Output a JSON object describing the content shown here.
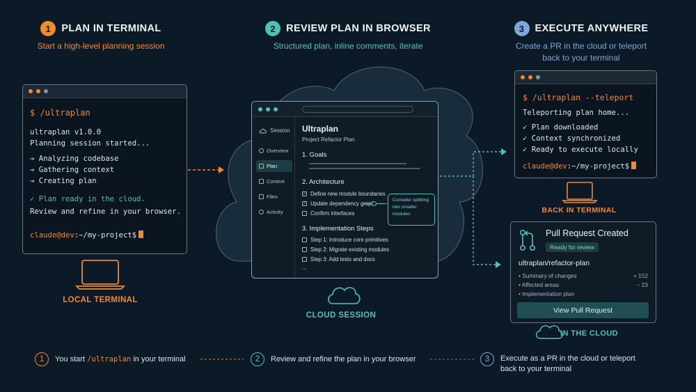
{
  "colors": {
    "orange": "#f08a30",
    "teal": "#4fc1b4",
    "blue": "#7fa6d8",
    "bg": "#0c1a27"
  },
  "steps": [
    {
      "num": "1",
      "title": "PLAN IN TERMINAL",
      "subtitle": "Start a high-level planning session"
    },
    {
      "num": "2",
      "title": "REVIEW PLAN IN BROWSER",
      "subtitle": "Structured plan, inline comments, iterate"
    },
    {
      "num": "3",
      "title": "EXECUTE ANYWHERE",
      "subtitle_line1": "Create a PR in the cloud or teleport",
      "subtitle_line2": "back to your terminal"
    }
  ],
  "local_terminal": {
    "prompt": "$ /ultraplan",
    "version": "ultraplan v1.0.0",
    "started": "Planning session started...",
    "tasks": [
      "→ Analyzing codebase",
      "→ Gathering context",
      "→ Creating plan"
    ],
    "ready": "✓ Plan ready in the cloud.",
    "review": "Review and refine in your browser.",
    "shell_user": "claude@dev",
    "shell_path": ":~/my-project$",
    "caption": "LOCAL TERMINAL"
  },
  "browser": {
    "sidebar_title": "Session",
    "sidebar_items": [
      "Overview",
      "Plan",
      "Context",
      "Files",
      "Activity"
    ],
    "title": "Ultraplan",
    "subtitle": "Project Refactor Plan",
    "goals_heading": "1. Goals",
    "arch_heading": "2. Architecture",
    "arch_items": [
      "Define new module boundaries",
      "Update dependency graph",
      "Confirm interfaces"
    ],
    "comment_line1": "Consider splitting",
    "comment_line2": "into smaller",
    "comment_line3": "modules",
    "impl_heading": "3. Implementation Steps",
    "impl_items": [
      "Step 1: Introduce core primitives",
      "Step 2: Migrate existing modules",
      "Step 3: Add tests and docs"
    ],
    "ellipsis": "...",
    "caption": "CLOUD SESSION"
  },
  "teleport_terminal": {
    "prompt": "$ /ultraplan --teleport",
    "status": "Teleporting plan home...",
    "items": [
      "✓  Plan downloaded",
      "✓  Context synchronized",
      "✓  Ready to execute locally"
    ],
    "shell_user": "claude@dev",
    "shell_path": ":~/my-project$",
    "caption": "BACK IN TERMINAL"
  },
  "pull_request": {
    "title": "Pull Request Created",
    "badge": "Ready for review",
    "branch": "ultraplan/refactor-plan",
    "rows": [
      {
        "label": "Summary of changes",
        "value": "+ 152"
      },
      {
        "label": "Affected areas",
        "value": "−  23"
      },
      {
        "label": "Implementation plan",
        "value": ""
      }
    ],
    "button": "View Pull Request",
    "caption": "IN THE CLOUD"
  },
  "legend": {
    "item1_num": "1",
    "item1_pre": "You start",
    "item1_cmd": "/ultraplan",
    "item1_post": "in your terminal",
    "item2_num": "2",
    "item2_text": "Review and refine the plan in your browser",
    "item3_num": "3",
    "item3_line1": "Execute as a PR in the cloud or teleport",
    "item3_line2": "back to your terminal"
  }
}
